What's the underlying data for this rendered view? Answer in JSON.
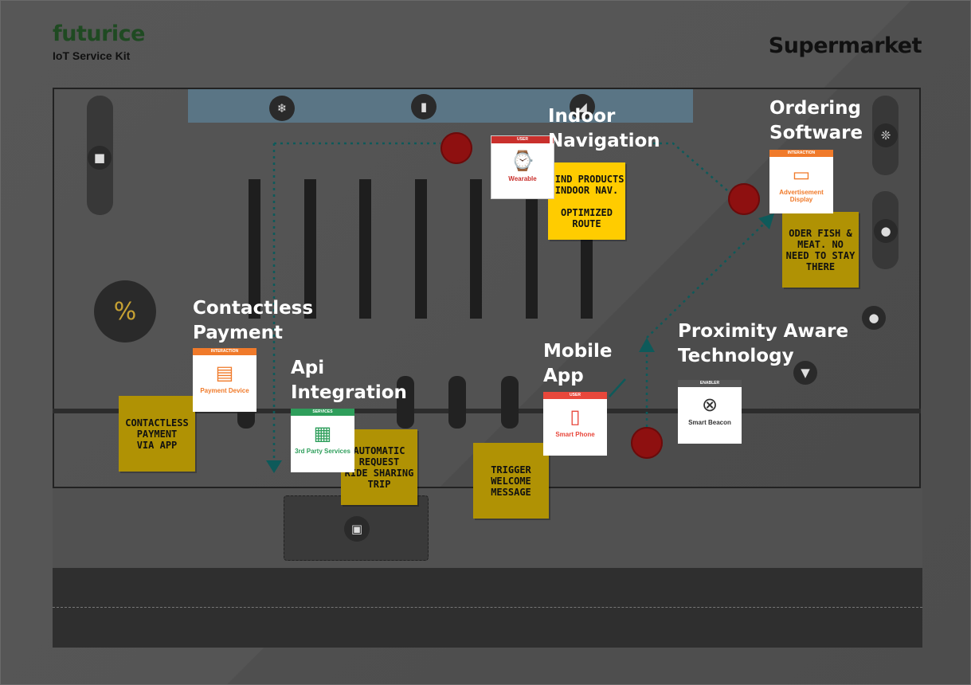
{
  "header": {
    "brand": "futurice",
    "subtitle": "IoT Service Kit",
    "title": "Supermarket"
  },
  "labels": {
    "indoor_navigation": "Indoor\nNavigation",
    "ordering_software": "Ordering\nSoftware",
    "contactless_payment": "Contactless\nPayment",
    "api_integration": "Api\nIntegration",
    "mobile_app": "Mobile\nApp",
    "proximity_aware": "Proximity Aware\nTechnology"
  },
  "cards": {
    "wearable": {
      "category": "User",
      "caption": "Wearable",
      "icon": "watch-icon",
      "color": "#c9302c"
    },
    "advertisement_display": {
      "category": "Interaction",
      "caption": "Advertisement Display",
      "icon": "display-icon",
      "color": "#f07a2a"
    },
    "payment_device": {
      "category": "Interaction",
      "caption": "Payment Device",
      "icon": "credit-card-icon",
      "color": "#f07a2a"
    },
    "third_party_services": {
      "category": "Services",
      "caption": "3rd Party Services",
      "icon": "phone-keypad-icon",
      "color": "#2e9e5b"
    },
    "smart_phone": {
      "category": "User",
      "caption": "Smart Phone",
      "icon": "smartphone-icon",
      "color": "#e8473b"
    },
    "smart_beacon": {
      "category": "Enabler",
      "caption": "Smart Beacon",
      "icon": "beacon-icon",
      "color": "#555555"
    }
  },
  "notes": {
    "find_products": "FIND PRODUCTS\nINDOOR NAV.\n\nOPTIMIZED\nROUTE",
    "order_fish": "ODER FISH &\nMEAT. NO\nNEED TO STAY\nTHERE",
    "contactless_payment": "CONTACTLESS\nPAYMENT\nVIA APP",
    "automatic_request": "AUTOMATIC\nREQUEST\nRIDE SHARING\nTRIP",
    "trigger_welcome": "TRIGGER\nWELCOME\nMESSAGE"
  },
  "store_icons": [
    "bread-icon",
    "snowflake-icon",
    "bottle-icon",
    "cheese-icon",
    "fish-icon",
    "chicken-leg-icon",
    "discount-icon",
    "apple-icon",
    "carrot-icon",
    "shopping-cart-icon"
  ],
  "colors": {
    "path": "#0e5a5a",
    "sticky": "#ffcc00",
    "sensor": "#8e1010"
  }
}
